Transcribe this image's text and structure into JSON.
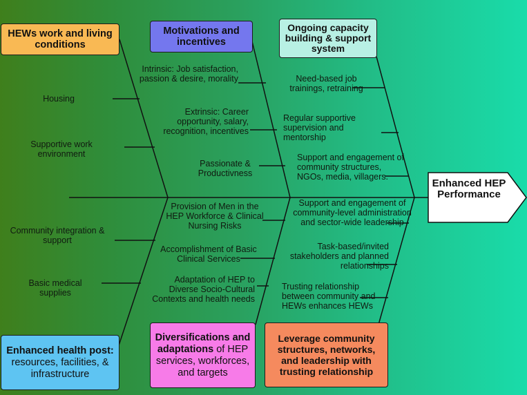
{
  "categories": {
    "hews": "HEWs work and living conditions",
    "motivations": "Motivations and incentives",
    "capacity": "Ongoing capacity building & support system",
    "health_post_bold": "Enhanced health post:",
    "health_post_rest": " resources, facilities, & infrastructure",
    "diversifications_bold": "Diversifications and adaptations",
    "diversifications_rest": " of HEP services, workforces, and targets",
    "leverage": "Leverage community structures, networks, and leadership with trusting relationship"
  },
  "effect": "Enhanced HEP Performance",
  "causes": {
    "housing": "Housing",
    "supportive_work": "Supportive work environment",
    "intrinsic": "Intrinsic: Job satisfaction, passion & desire, morality",
    "extrinsic": "Extrinsic: Career opportunity, salary, recognition, incentives",
    "passionate": "Passionate & Productivness",
    "need_based": "Need-based job trainings, retraining",
    "supervision": "Regular supportive supervision and mentorship",
    "support_community": "Support and engagement of community structures, NGOs, media, villagers.",
    "community_integration": "Community integration & support",
    "medical_supplies": "Basic medical supplies",
    "provision_men": "Provision of Men in the HEP Workforce & Clinical Nursing Risks",
    "accomplishment": "Accomplishment of Basic Clinical Services",
    "adaptation": "Adaptation of HEP to Diverse Socio-Cultural Contexts and health needs",
    "support_admin": "Support and engagement of community-level administration and sector-wide leadership",
    "task_based": "Task-based/invited stakeholders and planned relationships",
    "trusting": "Trusting relationship between community and HEWs enhances HEWs"
  },
  "colors": {
    "hews": "#f9b954",
    "motivations": "#7477ee",
    "capacity": "#b8f0e4",
    "health_post": "#5ec4f2",
    "diversifications": "#f77be8",
    "leverage": "#f58a5e",
    "effect": "#ffffff"
  }
}
